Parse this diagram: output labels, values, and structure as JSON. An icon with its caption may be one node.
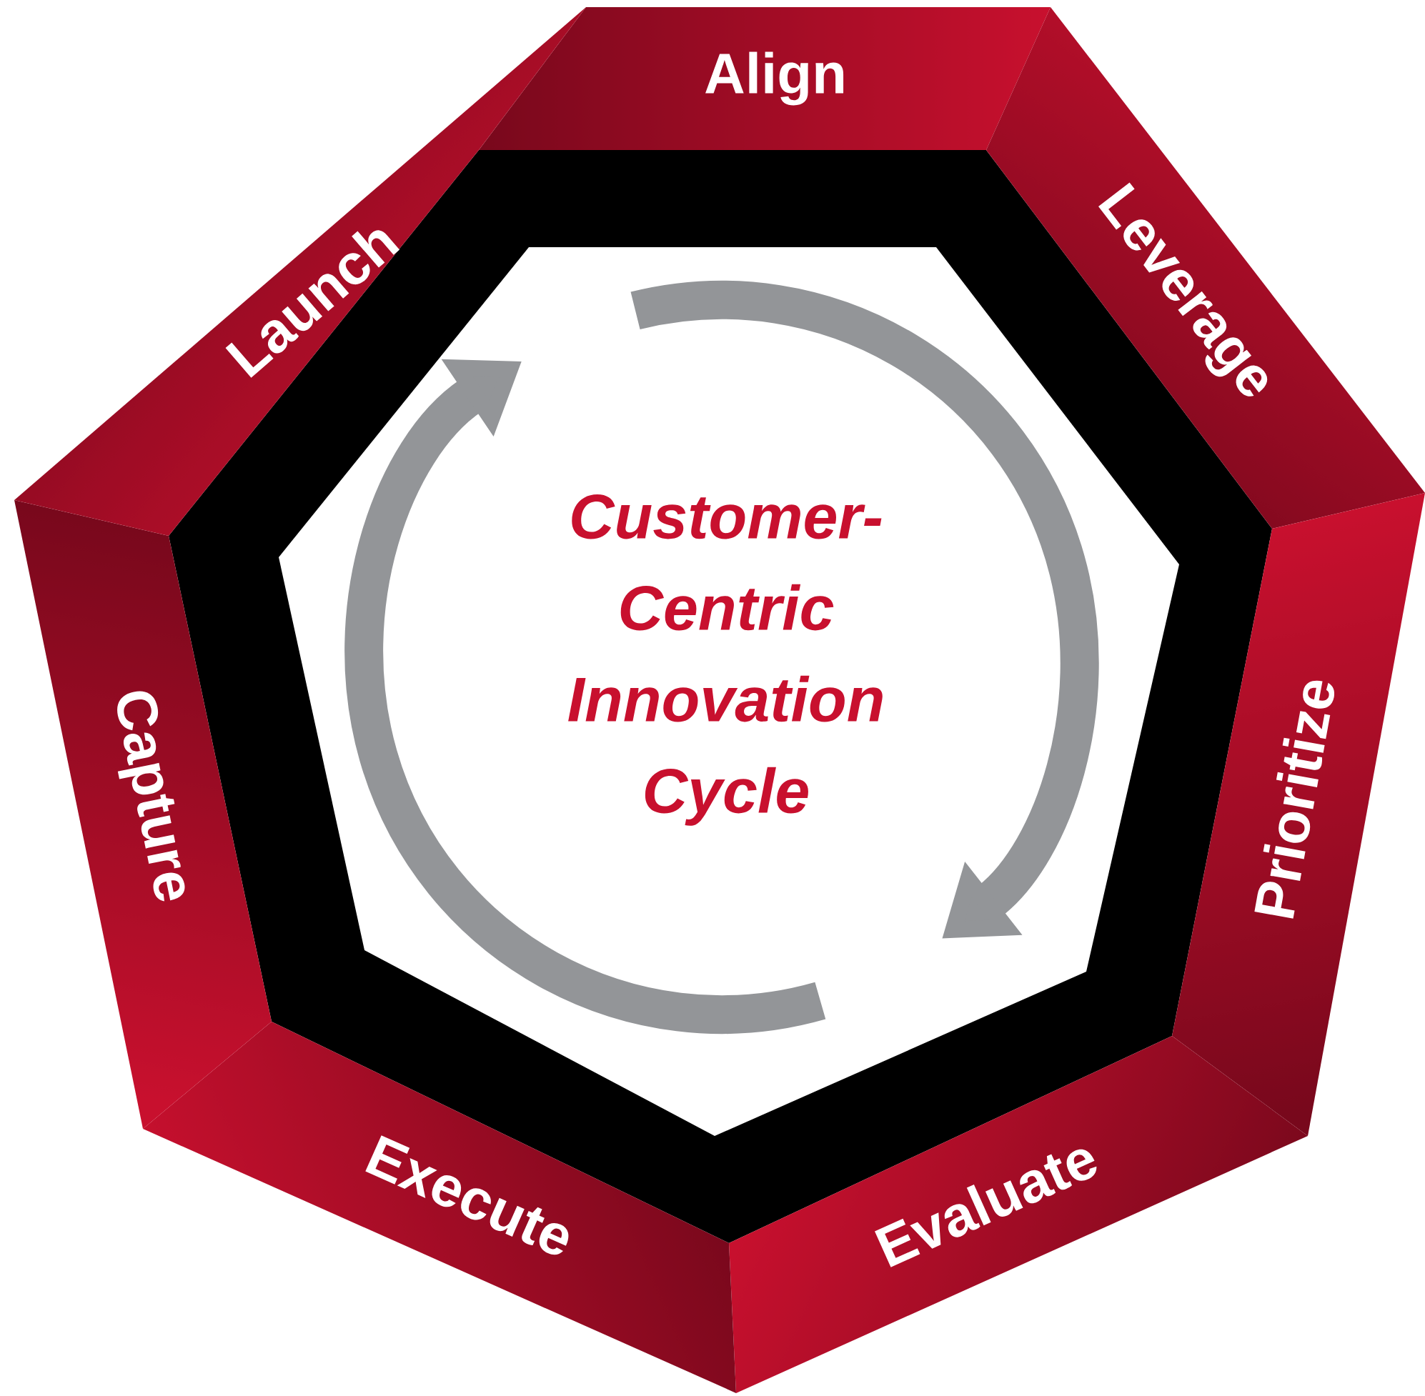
{
  "diagram": {
    "nodes": [
      {
        "text": [
          "Align"
        ]
      },
      {
        "text": [
          "Leverage"
        ]
      },
      {
        "text": [
          "Prioritize"
        ]
      },
      {
        "text": [
          "Evaluate"
        ]
      },
      {
        "text": [
          "Execute"
        ]
      },
      {
        "text": [
          "Capture"
        ]
      },
      {
        "text": [
          "Launch"
        ]
      },
      {
        "text": [
          "Customer- Centric Innovation Cycle"
        ]
      }
    ]
  }
}
